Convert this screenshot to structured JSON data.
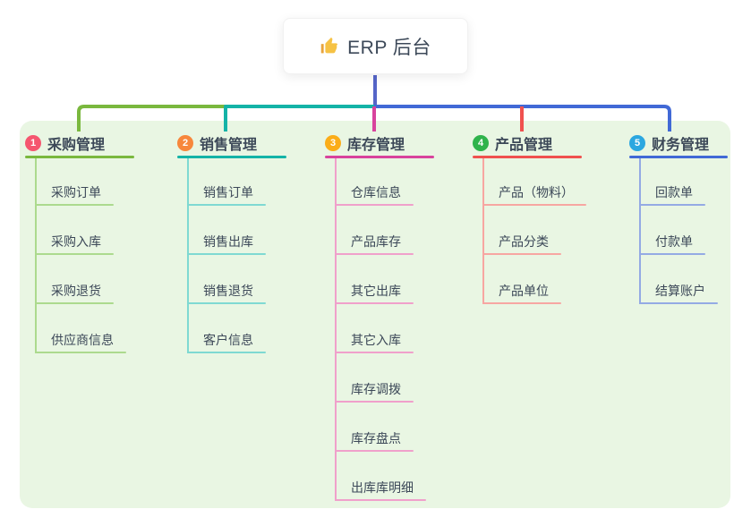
{
  "root": {
    "label": "ERP 后台",
    "icon": "thumbs-up-icon"
  },
  "branches": [
    {
      "num": "1",
      "label": "采购管理",
      "badge_color": "#f5566f",
      "line_color": "#7ab83e",
      "light_color": "#acda8e",
      "children": [
        "采购订单",
        "采购入库",
        "采购退货",
        "供应商信息"
      ]
    },
    {
      "num": "2",
      "label": "销售管理",
      "badge_color": "#f7873c",
      "line_color": "#14b3a7",
      "light_color": "#7fd9d2",
      "children": [
        "销售订单",
        "销售出库",
        "销售退货",
        "客户信息"
      ]
    },
    {
      "num": "3",
      "label": "库存管理",
      "badge_color": "#fbad18",
      "line_color": "#d8439d",
      "light_color": "#f0a0cb",
      "children": [
        "仓库信息",
        "产品库存",
        "其它出库",
        "其它入库",
        "库存调拨",
        "库存盘点",
        "出库库明细"
      ]
    },
    {
      "num": "4",
      "label": "产品管理",
      "badge_color": "#2fb34b",
      "line_color": "#f0514f",
      "light_color": "#f7a6a2",
      "children": [
        "产品（物料）",
        "产品分类",
        "产品单位"
      ]
    },
    {
      "num": "5",
      "label": "财务管理",
      "badge_color": "#2ba7e0",
      "line_color": "#4169d6",
      "light_color": "#94aae4",
      "children": [
        "回款单",
        "付款单",
        "结算账户"
      ]
    }
  ],
  "colors": {
    "root_line": "#5565c8",
    "panel_bg": "#e9f6e3",
    "text": "#3c4858",
    "card_bg": "#ffffff"
  }
}
